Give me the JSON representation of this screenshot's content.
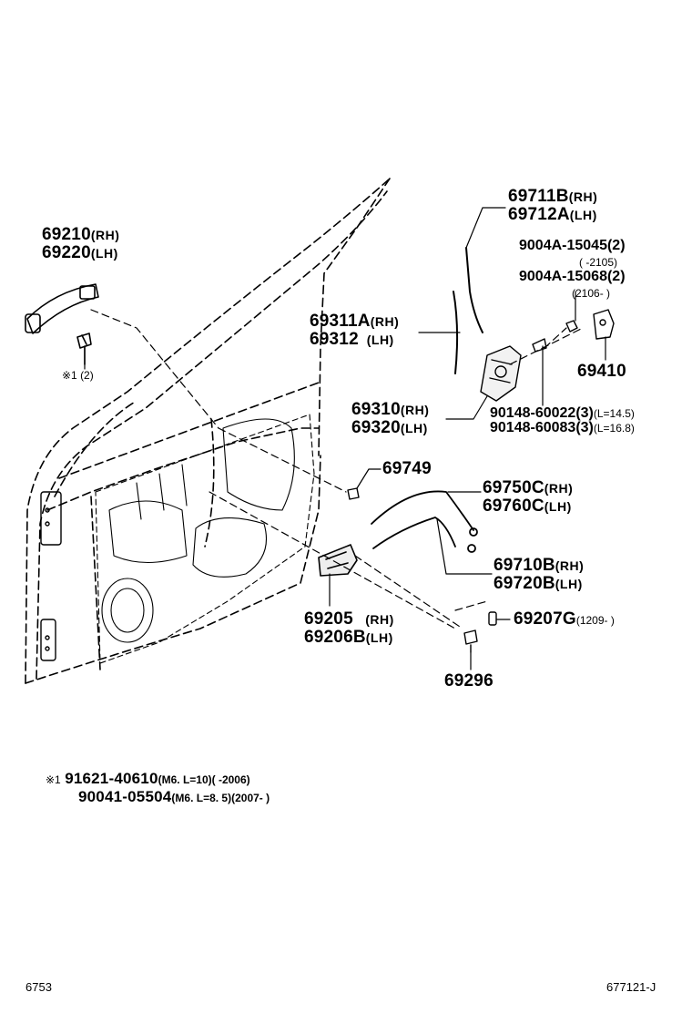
{
  "labels": {
    "p69210": {
      "pn": "69210",
      "sfx": "(RH)"
    },
    "p69220": {
      "pn": "69220",
      "sfx": "(LH)"
    },
    "note1_small": "※1 (2)",
    "p69711B": {
      "pn": "69711B",
      "sfx": "(RH)"
    },
    "p69712A": {
      "pn": "69712A",
      "sfx": "(LH)"
    },
    "p9004A15045": {
      "pn": "9004A-15045",
      "qty": "(2)",
      "range": "(      -2105)"
    },
    "p9004A15068": {
      "pn": "9004A-15068",
      "qty": "(2)",
      "range": "(2106-       )"
    },
    "p69311A": {
      "pn": "69311A",
      "sfx": "(RH)"
    },
    "p69312": {
      "pn": "69312",
      "sfx": "(LH)"
    },
    "p69410": {
      "pn": "69410"
    },
    "p69310": {
      "pn": "69310",
      "sfx": "(RH)"
    },
    "p69320": {
      "pn": "69320",
      "sfx": "(LH)"
    },
    "p90148_60022": {
      "pn": "90148-60022",
      "qty": "(3)",
      "spec": "(L=14.5)"
    },
    "p90148_60083": {
      "pn": "90148-60083",
      "qty": "(3)",
      "spec": "(L=16.8)"
    },
    "p69749": {
      "pn": "69749"
    },
    "p69750C": {
      "pn": "69750C",
      "sfx": "(RH)"
    },
    "p69760C": {
      "pn": "69760C",
      "sfx": "(LH)"
    },
    "p69710B": {
      "pn": "69710B",
      "sfx": "(RH)"
    },
    "p69720B": {
      "pn": "69720B",
      "sfx": "(LH)"
    },
    "p69205": {
      "pn": "69205",
      "sfx": "(RH)"
    },
    "p69206B": {
      "pn": "69206B",
      "sfx": "(LH)"
    },
    "p69207G": {
      "pn": "69207G",
      "range": "(1209-        )"
    },
    "p69296": {
      "pn": "69296"
    }
  },
  "footnote": {
    "marker": "※1",
    "line1": {
      "pn": "91621-40610",
      "spec": "(M6. L=10)(        -2006)"
    },
    "line2": {
      "pn": "90041-05504",
      "spec": "(M6. L=8. 5)(2007-        )"
    }
  },
  "footer": {
    "left": "6753",
    "right": "677121-J"
  }
}
